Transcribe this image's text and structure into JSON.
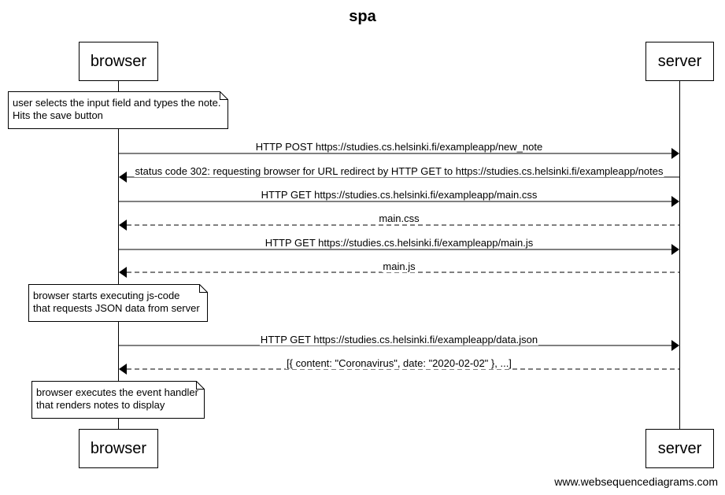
{
  "title": "spa",
  "participants": {
    "browser": "browser",
    "server": "server"
  },
  "notes": [
    {
      "lines": [
        "user selects the input field and types the note.",
        "Hits the save button"
      ]
    },
    {
      "lines": [
        "browser starts executing js-code",
        "that requests JSON data from server"
      ]
    },
    {
      "lines": [
        "browser executes the event handler",
        "that renders notes to display"
      ]
    }
  ],
  "messages": [
    {
      "from": "browser",
      "to": "server",
      "style": "solid",
      "label": "HTTP POST https://studies.cs.helsinki.fi/exampleapp/new_note"
    },
    {
      "from": "server",
      "to": "browser",
      "style": "solid",
      "label": "status code 302: requesting browser for URL redirect by HTTP GET to https://studies.cs.helsinki.fi/exampleapp/notes"
    },
    {
      "from": "browser",
      "to": "server",
      "style": "solid",
      "label": "HTTP GET https://studies.cs.helsinki.fi/exampleapp/main.css"
    },
    {
      "from": "server",
      "to": "browser",
      "style": "dashed",
      "label": "main.css"
    },
    {
      "from": "browser",
      "to": "server",
      "style": "solid",
      "label": "HTTP GET https://studies.cs.helsinki.fi/exampleapp/main.js"
    },
    {
      "from": "server",
      "to": "browser",
      "style": "dashed",
      "label": "main.js"
    },
    {
      "from": "browser",
      "to": "server",
      "style": "solid",
      "label": "HTTP GET https://studies.cs.helsinki.fi/exampleapp/data.json"
    },
    {
      "from": "server",
      "to": "browser",
      "style": "dashed",
      "label": "[{ content: \"Coronavirus\", date: \"2020-02-02\" }, ...]"
    }
  ],
  "footer": "www.websequencediagrams.com"
}
